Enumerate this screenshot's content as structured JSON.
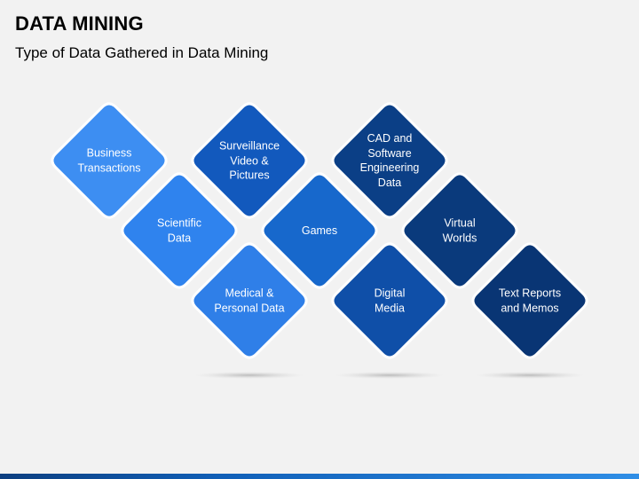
{
  "header": {
    "title": "DATA MINING",
    "subtitle": "Type of Data Gathered in Data Mining"
  },
  "colors": {
    "light_blue": "#3d8ef2",
    "medium_blue": "#1f6fdc",
    "royal_blue": "#1259bd",
    "navy": "#0b3f86",
    "dark_navy": "#093574"
  },
  "tiles": [
    {
      "id": "business-transactions",
      "label_lines": [
        "Business",
        "Transactions"
      ],
      "color": "#3d8ef2"
    },
    {
      "id": "scientific-data",
      "label_lines": [
        "Scientific",
        "Data"
      ],
      "color": "#2f83ee"
    },
    {
      "id": "surveillance",
      "label_lines": [
        "Surveillance",
        "Video &",
        "Pictures"
      ],
      "color": "#1259bd"
    },
    {
      "id": "medical-personal-data",
      "label_lines": [
        "Medical &",
        "Personal Data"
      ],
      "color": "#2f7fe8"
    },
    {
      "id": "games",
      "label_lines": [
        "Games"
      ],
      "color": "#1768cc"
    },
    {
      "id": "cad-software",
      "label_lines": [
        "CAD and",
        "Software",
        "Engineering",
        "Data"
      ],
      "color": "#0b3f86"
    },
    {
      "id": "digital-media",
      "label_lines": [
        "Digital",
        "Media"
      ],
      "color": "#0f4fa8"
    },
    {
      "id": "virtual-worlds",
      "label_lines": [
        "Virtual",
        "Worlds"
      ],
      "color": "#0a3a7c"
    },
    {
      "id": "text-reports-memos",
      "label_lines": [
        "Text Reports",
        "and Memos"
      ],
      "color": "#093574"
    }
  ]
}
